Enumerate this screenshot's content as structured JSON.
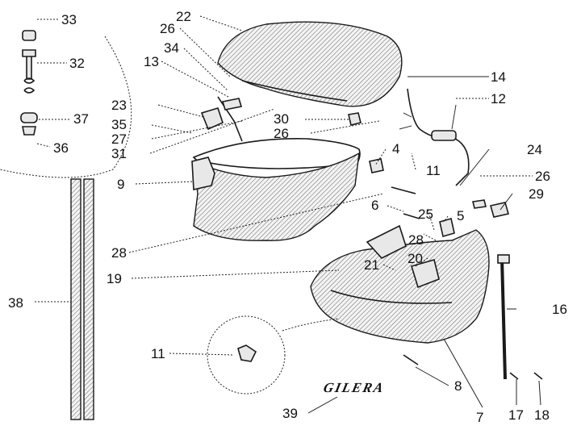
{
  "callouts": {
    "c33": "33",
    "c32": "32",
    "c37": "37",
    "c36": "36",
    "c26a": "26",
    "c22": "22",
    "c34": "34",
    "c13": "13",
    "c23": "23",
    "c35": "35",
    "c27": "27",
    "c31": "31",
    "c9": "9",
    "c30": "30",
    "c26b": "26",
    "c14": "14",
    "c12": "12",
    "c4": "4",
    "c11a": "11",
    "c24": "24",
    "c26c": "26",
    "c29": "29",
    "c6": "6",
    "c25": "25",
    "c5": "5",
    "c28a": "28",
    "c28b": "28",
    "c20": "20",
    "c21": "21",
    "c19": "19",
    "c38": "38",
    "c16": "16",
    "c11b": "11",
    "c8": "8",
    "c7": "7",
    "c17": "17",
    "c18": "18",
    "c39": "39"
  },
  "logo": {
    "text": "GILERA"
  }
}
